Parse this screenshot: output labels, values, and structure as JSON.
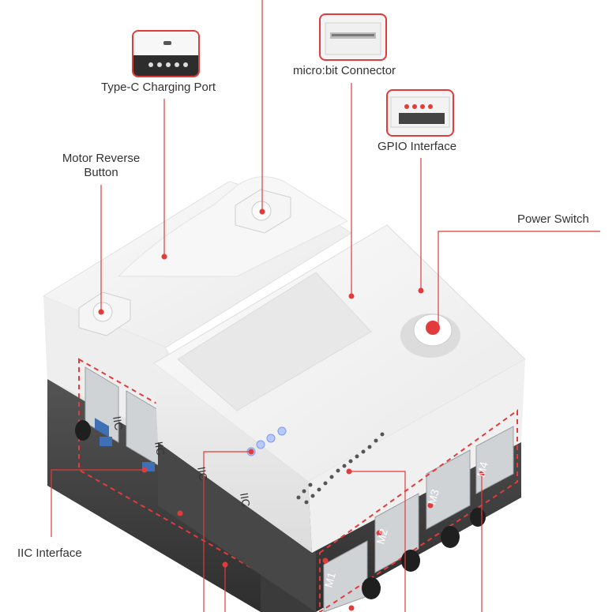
{
  "labels": {
    "type_c_port": "Type-C Charging Port",
    "microbit_connector": "micro:bit Connector",
    "gpio_interface": "GPIO Interface",
    "motor_reverse_line1": "Motor Reverse",
    "motor_reverse_line2": "Button",
    "power_switch": "Power Switch",
    "iic_interface": "IIC Interface"
  },
  "port_labels": {
    "iic": [
      "IIC",
      "IIC",
      "IIC",
      "IIC"
    ],
    "motor": [
      "M1",
      "M2",
      "M3",
      "M4"
    ]
  },
  "colors": {
    "callout": "#e23b3b",
    "body_white": "#f2f2f2",
    "body_shadow": "#d9d9d9",
    "base_dark": "#4a4a4a",
    "text": "#333333",
    "led": "#9fb8ff"
  }
}
